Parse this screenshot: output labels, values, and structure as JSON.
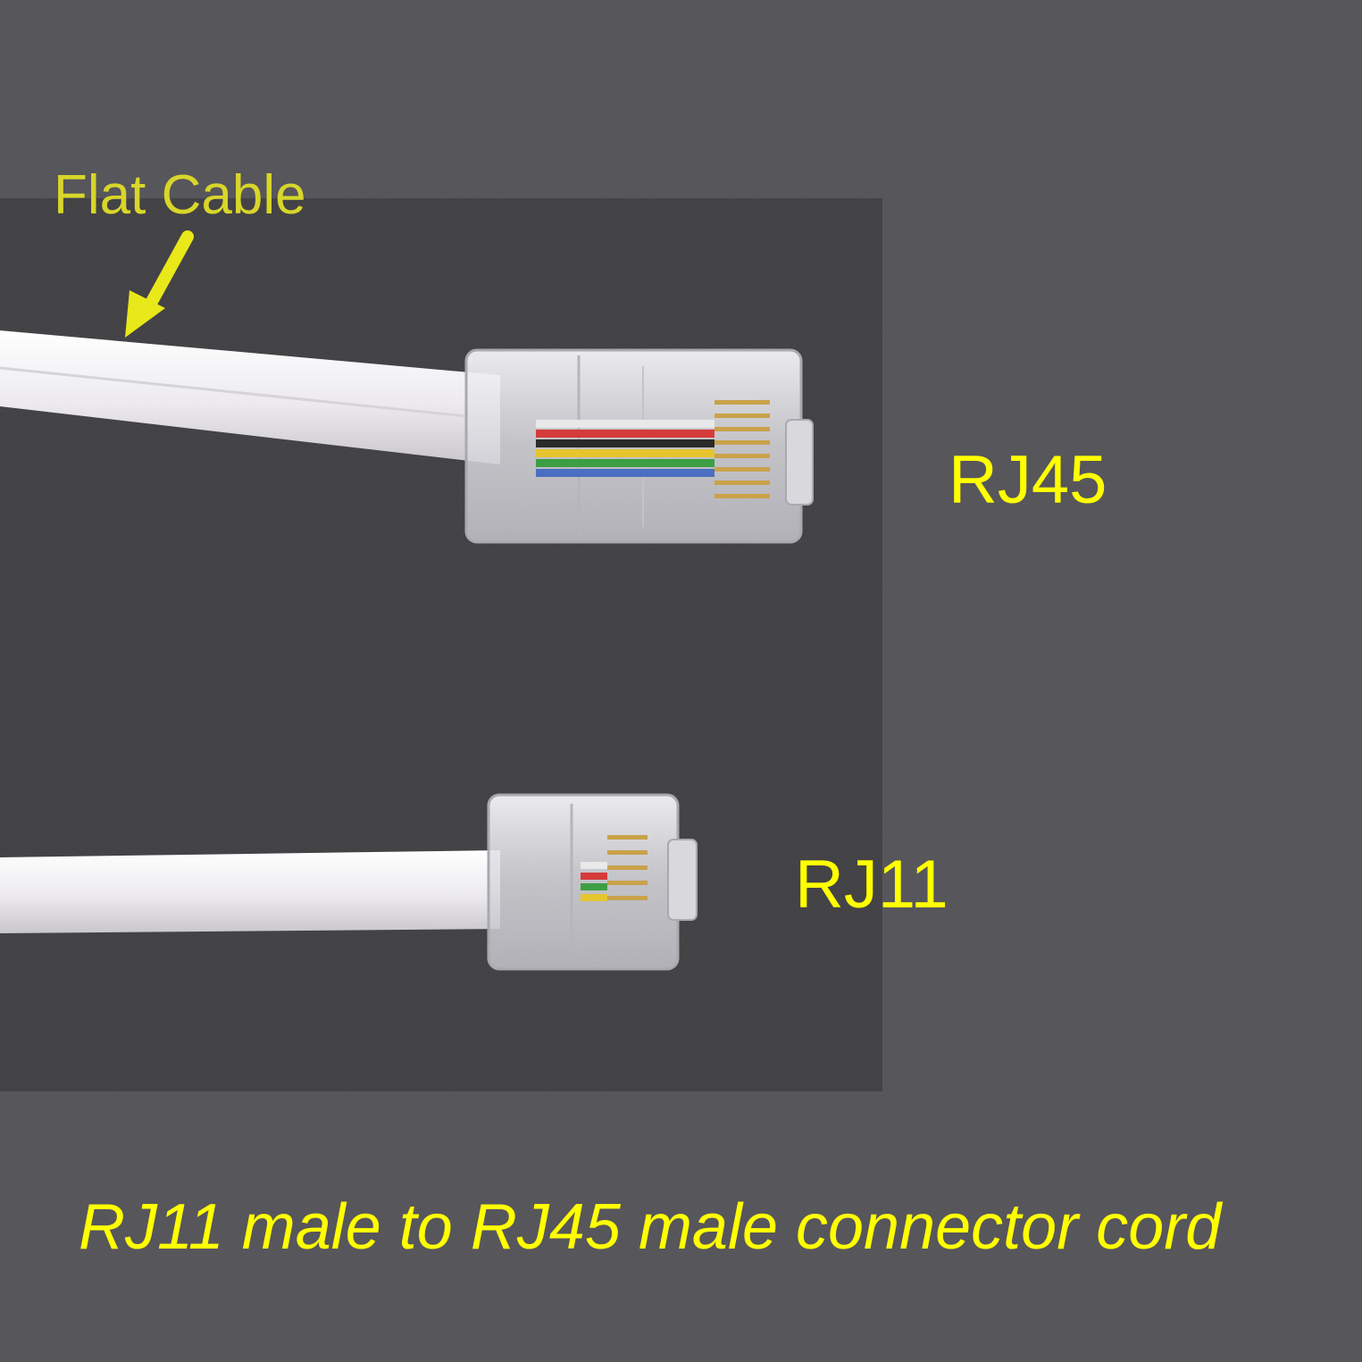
{
  "labels": {
    "flat_cable": "Flat Cable",
    "rj45": "RJ45",
    "rj11": "RJ11"
  },
  "caption": "RJ11 male to RJ45 male connector cord",
  "colors": {
    "background": "#57565b",
    "felt": "#3b3a3d",
    "label_yellow": "#ffff00",
    "flat_label_yellow": "#d8d62a",
    "cable_white": "#f1f0f2",
    "contact_gold": "#c9a24a"
  },
  "icons": {
    "pointer": "arrow-down-left-icon"
  },
  "wire_colors": [
    "#e9e9e9",
    "#d63b3b",
    "#2a2a2a",
    "#e6c530",
    "#3e9e45",
    "#4a6fc0"
  ]
}
